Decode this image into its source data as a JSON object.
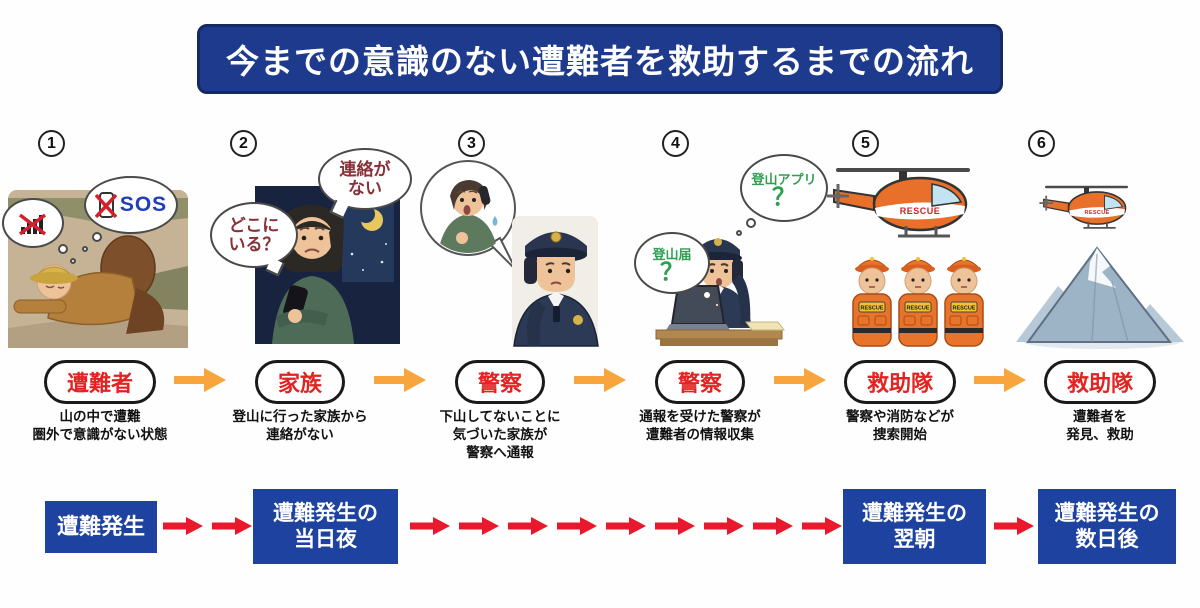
{
  "title": "今までの意識のない遭難者を救助するまでの流れ",
  "colors": {
    "title_bg": "#1d3a8c",
    "timeline_box_bg": "#1e42a0",
    "red_arrow": "#e8192c",
    "orange_arrow": "#f7a53c",
    "label_text": "#e32222",
    "family_bubble_text": "#8a3038",
    "police_bubble_text": "#2f9e50",
    "sos_text": "#1d3fba"
  },
  "steps": [
    {
      "number": "1",
      "label": "遭難者",
      "description": "山の中で遭難\n圏外で意識がない状態",
      "sos": "SOS"
    },
    {
      "number": "2",
      "label": "家族",
      "description": "登山に行った家族から\n連絡がない",
      "bubble_top": "連絡が\nない",
      "bubble_left": "どこに\nいる？"
    },
    {
      "number": "3",
      "label": "警察",
      "description": "下山してないことに\n気づいた家族が\n警察へ通報"
    },
    {
      "number": "4",
      "label": "警察",
      "description": "通報を受けた警察が\n遭難者の情報収集",
      "bubble_top_text": "登山アプリ",
      "bubble_top_q": "？",
      "bubble_left_text": "登山届",
      "bubble_left_q": "？"
    },
    {
      "number": "5",
      "label": "救助隊",
      "description": "警察や消防などが\n捜索開始",
      "badge": "RESCUE"
    },
    {
      "number": "6",
      "label": "救助隊",
      "description": "遭難者を\n発見、救助",
      "badge": "RESCUE"
    }
  ],
  "timeline": {
    "boxes": [
      "遭難発生",
      "遭難発生の\n当日夜",
      "遭難発生の\n翌朝",
      "遭難発生の\n数日後"
    ]
  }
}
